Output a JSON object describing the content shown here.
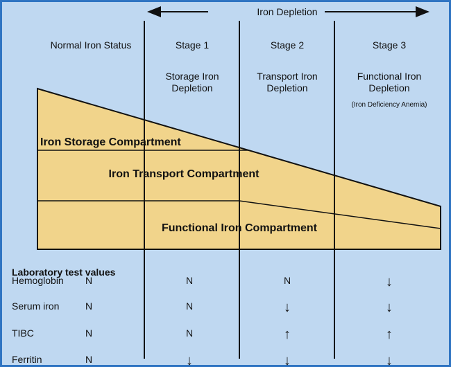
{
  "colors": {
    "background": "#bfd8f1",
    "border": "#2f74c2",
    "compartment_fill": "#f1d48b",
    "line": "#111111"
  },
  "header": {
    "span_label": "Iron Depletion"
  },
  "columns": [
    {
      "title": "Normal Iron Status"
    },
    {
      "title": "Stage 1",
      "subtitle_line1": "Storage Iron",
      "subtitle_line2": "Depletion"
    },
    {
      "title": "Stage 2",
      "subtitle_line1": "Transport Iron",
      "subtitle_line2": "Depletion"
    },
    {
      "title": "Stage 3",
      "subtitle_line1": "Functional Iron",
      "subtitle_line2": "Depletion",
      "note": "(Iron Deficiency Anemia)"
    }
  ],
  "compartments": {
    "storage": "Iron Storage Compartment",
    "transport": "Iron Transport Compartment",
    "functional": "Functional Iron Compartment"
  },
  "lab": {
    "heading": "Laboratory test values",
    "rows": [
      {
        "test": "Hemoglobin",
        "values": [
          "N",
          "N",
          "N",
          "↓"
        ]
      },
      {
        "test": "Serum iron",
        "values": [
          "N",
          "N",
          "↓",
          "↓"
        ]
      },
      {
        "test": "TIBC",
        "values": [
          "N",
          "N",
          "↑",
          "↑"
        ]
      },
      {
        "test": "Ferritin",
        "values": [
          "N",
          "↓",
          "↓",
          "↓"
        ]
      }
    ]
  }
}
